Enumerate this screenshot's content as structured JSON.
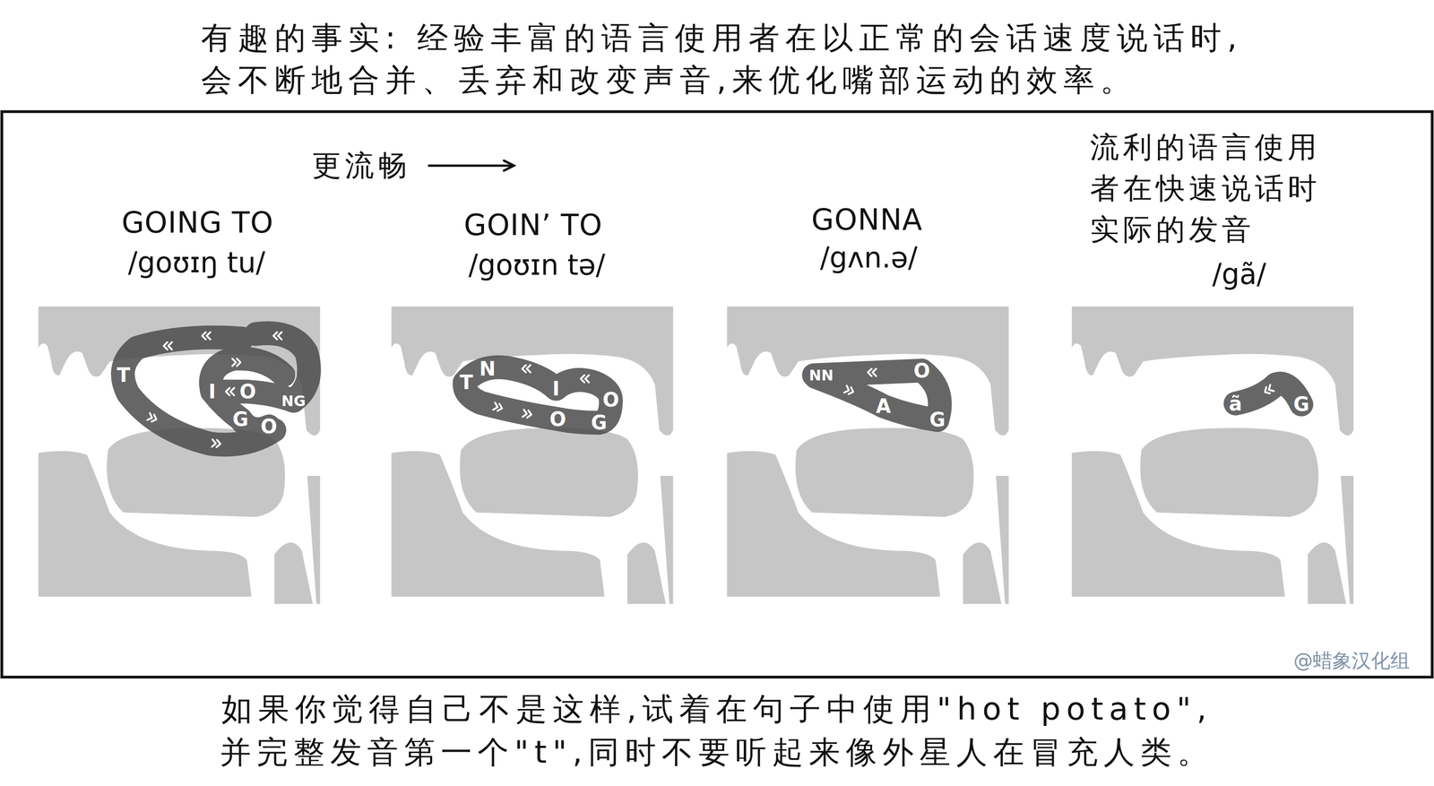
{
  "diagram": {
    "title": "有趣的事实: 经验丰富的语言使用者在以正常的会话速度说话时, 会不断地合并、丢弃和改变声音,来优化嘴部运动的效率。",
    "caption": "如果你觉得自己不是这样,试着在句子中使用\"hot potato\", 并完整发音第一个\"t\",同时不要听起来像外星人在冒充人类。",
    "labels": [
      "更流畅",
      "GOING TO",
      "/goʊɪŋ tu/",
      "GOIN’ TO",
      "/goʊɪn tə/",
      "GONNA",
      "/gʌn.ə/",
      "流利的语言使用 者在快速说话时 实际的发音",
      "/gã/",
      "T",
      "I",
      "O",
      "NG",
      "G",
      "O",
      "T",
      "N",
      "I",
      "O",
      "O",
      "G",
      "NN",
      "O",
      "A",
      "G",
      "ã",
      "G",
      "@蜡象汉化组"
    ]
  }
}
